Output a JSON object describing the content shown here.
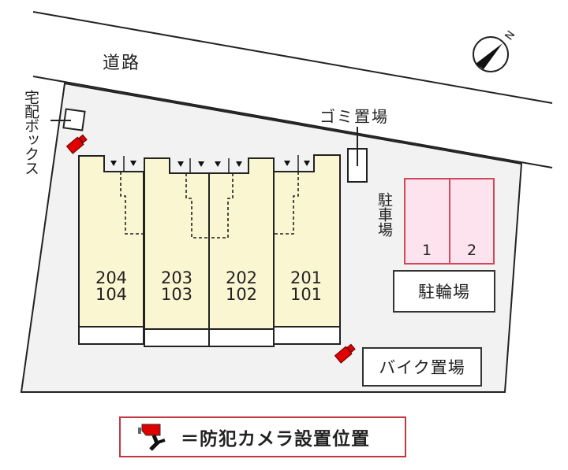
{
  "map": {
    "road_label": "道路",
    "compass_label": "N",
    "delivery_box_label": "宅配ボックス",
    "garbage_label": "ゴミ置場",
    "parking_label": "駐車場",
    "parking_spaces": [
      "1",
      "2"
    ],
    "bicycle_parking_label": "駐輪場",
    "motorbike_parking_label": "バイク置場",
    "units": [
      {
        "upper": "204",
        "lower": "104"
      },
      {
        "upper": "203",
        "lower": "103"
      },
      {
        "upper": "202",
        "lower": "102"
      },
      {
        "upper": "201",
        "lower": "101"
      }
    ]
  },
  "legend": {
    "icon": "security-camera-icon",
    "text": "＝防犯カメラ設置位置"
  },
  "colors": {
    "site_fill": "#f2f2f2",
    "building_fill": "#fbf6d2",
    "parking_fill": "#fde3ee",
    "parking_border": "#d2485a",
    "camera_red": "#e00000",
    "legend_border": "#c0393f"
  }
}
